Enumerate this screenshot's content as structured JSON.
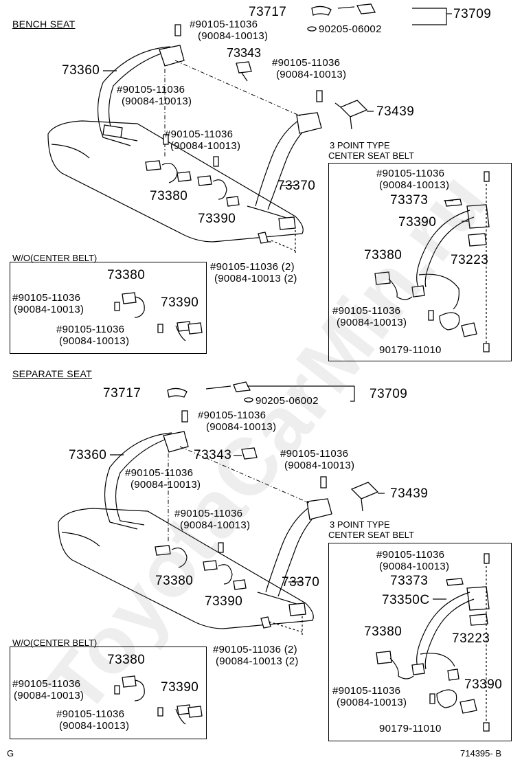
{
  "watermark": "ToyotaCarMin.ru",
  "footer": {
    "left": "G",
    "right": "714395- B"
  },
  "bench": {
    "title": "BENCH SEAT",
    "n73717": "73717",
    "n73709": "73709",
    "n90205": "90205-06002",
    "b1": "#90105-11036",
    "b1s": "(90084-10013)",
    "n73343": "73343",
    "b2": "#90105-11036",
    "b2s": "(90084-10013)",
    "n73360": "73360",
    "b3": "#90105-11036",
    "b3s": "(90084-10013)",
    "n73439": "73439",
    "b4": "#90105-11036",
    "b4s": "(90084-10013)",
    "center_title1": "3 POINT TYPE",
    "center_title2": "CENTER SEAT BELT",
    "n73370": "73370",
    "n73380": "73380",
    "n73390": "73390",
    "b5": "#90105-11036 (2)",
    "b5s": "(90084-10013 (2)",
    "center": {
      "b1": "#90105-11036",
      "b1s": "(90084-10013)",
      "n73373": "73373",
      "n73390": "73390",
      "n73380": "73380",
      "n73223": "73223",
      "b2": "#90105-11036",
      "b2s": "(90084-10013)",
      "n90179": "90179-11010"
    },
    "wo": {
      "title": "W/O(CENTER BELT)",
      "n73380": "73380",
      "b1": "#90105-11036",
      "b1s": "(90084-10013)",
      "n73390": "73390",
      "b2": "#90105-11036",
      "b2s": "(90084-10013)"
    }
  },
  "separate": {
    "title": "SEPARATE SEAT",
    "n73717": "73717",
    "n90205": "90205-06002",
    "n73709": "73709",
    "b1": "#90105-11036",
    "b1s": "(90084-10013)",
    "n73360": "73360",
    "n73343": "73343",
    "b2": "#90105-11036",
    "b2s": "(90084-10013)",
    "b3": "#90105-11036",
    "b3s": "(90084-10013)",
    "n73439": "73439",
    "b4": "#90105-11036",
    "b4s": "(90084-10013)",
    "center_title1": "3 POINT TYPE",
    "center_title2": "CENTER SEAT BELT",
    "n73380": "73380",
    "n73370": "73370",
    "n73390": "73390",
    "b5": "#90105-11036 (2)",
    "b5s": "(90084-10013 (2)",
    "center": {
      "b1": "#90105-11036",
      "b1s": "(90084-10013)",
      "n73373": "73373",
      "n73350": "73350C",
      "n73380": "73380",
      "n73223": "73223",
      "b2": "#90105-11036",
      "b2s": "(90084-10013)",
      "n73390": "73390",
      "n90179": "90179-11010"
    },
    "wo": {
      "title": "W/O(CENTER BELT)",
      "n73380": "73380",
      "b1": "#90105-11036",
      "b1s": "(90084-10013)",
      "n73390": "73390",
      "b2": "#90105-11036",
      "b2s": "(90084-10013)"
    }
  }
}
